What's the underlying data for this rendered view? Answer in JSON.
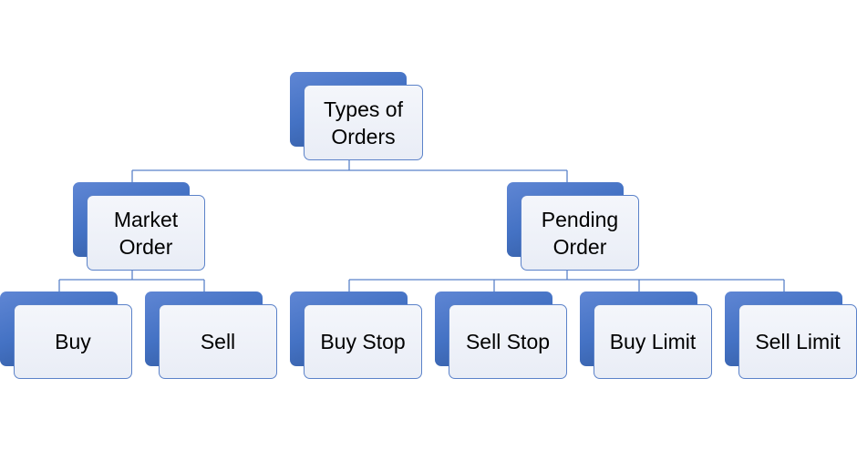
{
  "diagram": {
    "type": "hierarchy",
    "root": {
      "label": "Types of\nOrders",
      "children": [
        {
          "label": "Market\nOrder",
          "children": [
            {
              "label": "Buy"
            },
            {
              "label": "Sell"
            }
          ]
        },
        {
          "label": "Pending\nOrder",
          "children": [
            {
              "label": "Buy Stop"
            },
            {
              "label": "Sell Stop"
            },
            {
              "label": "Buy Limit"
            },
            {
              "label": "Sell Limit"
            }
          ]
        }
      ]
    }
  },
  "colors": {
    "node_back": "#4472c4",
    "node_front": "#eef1f8",
    "node_border": "#5b82c9",
    "connector": "#5b82c9",
    "text": "#000000"
  }
}
